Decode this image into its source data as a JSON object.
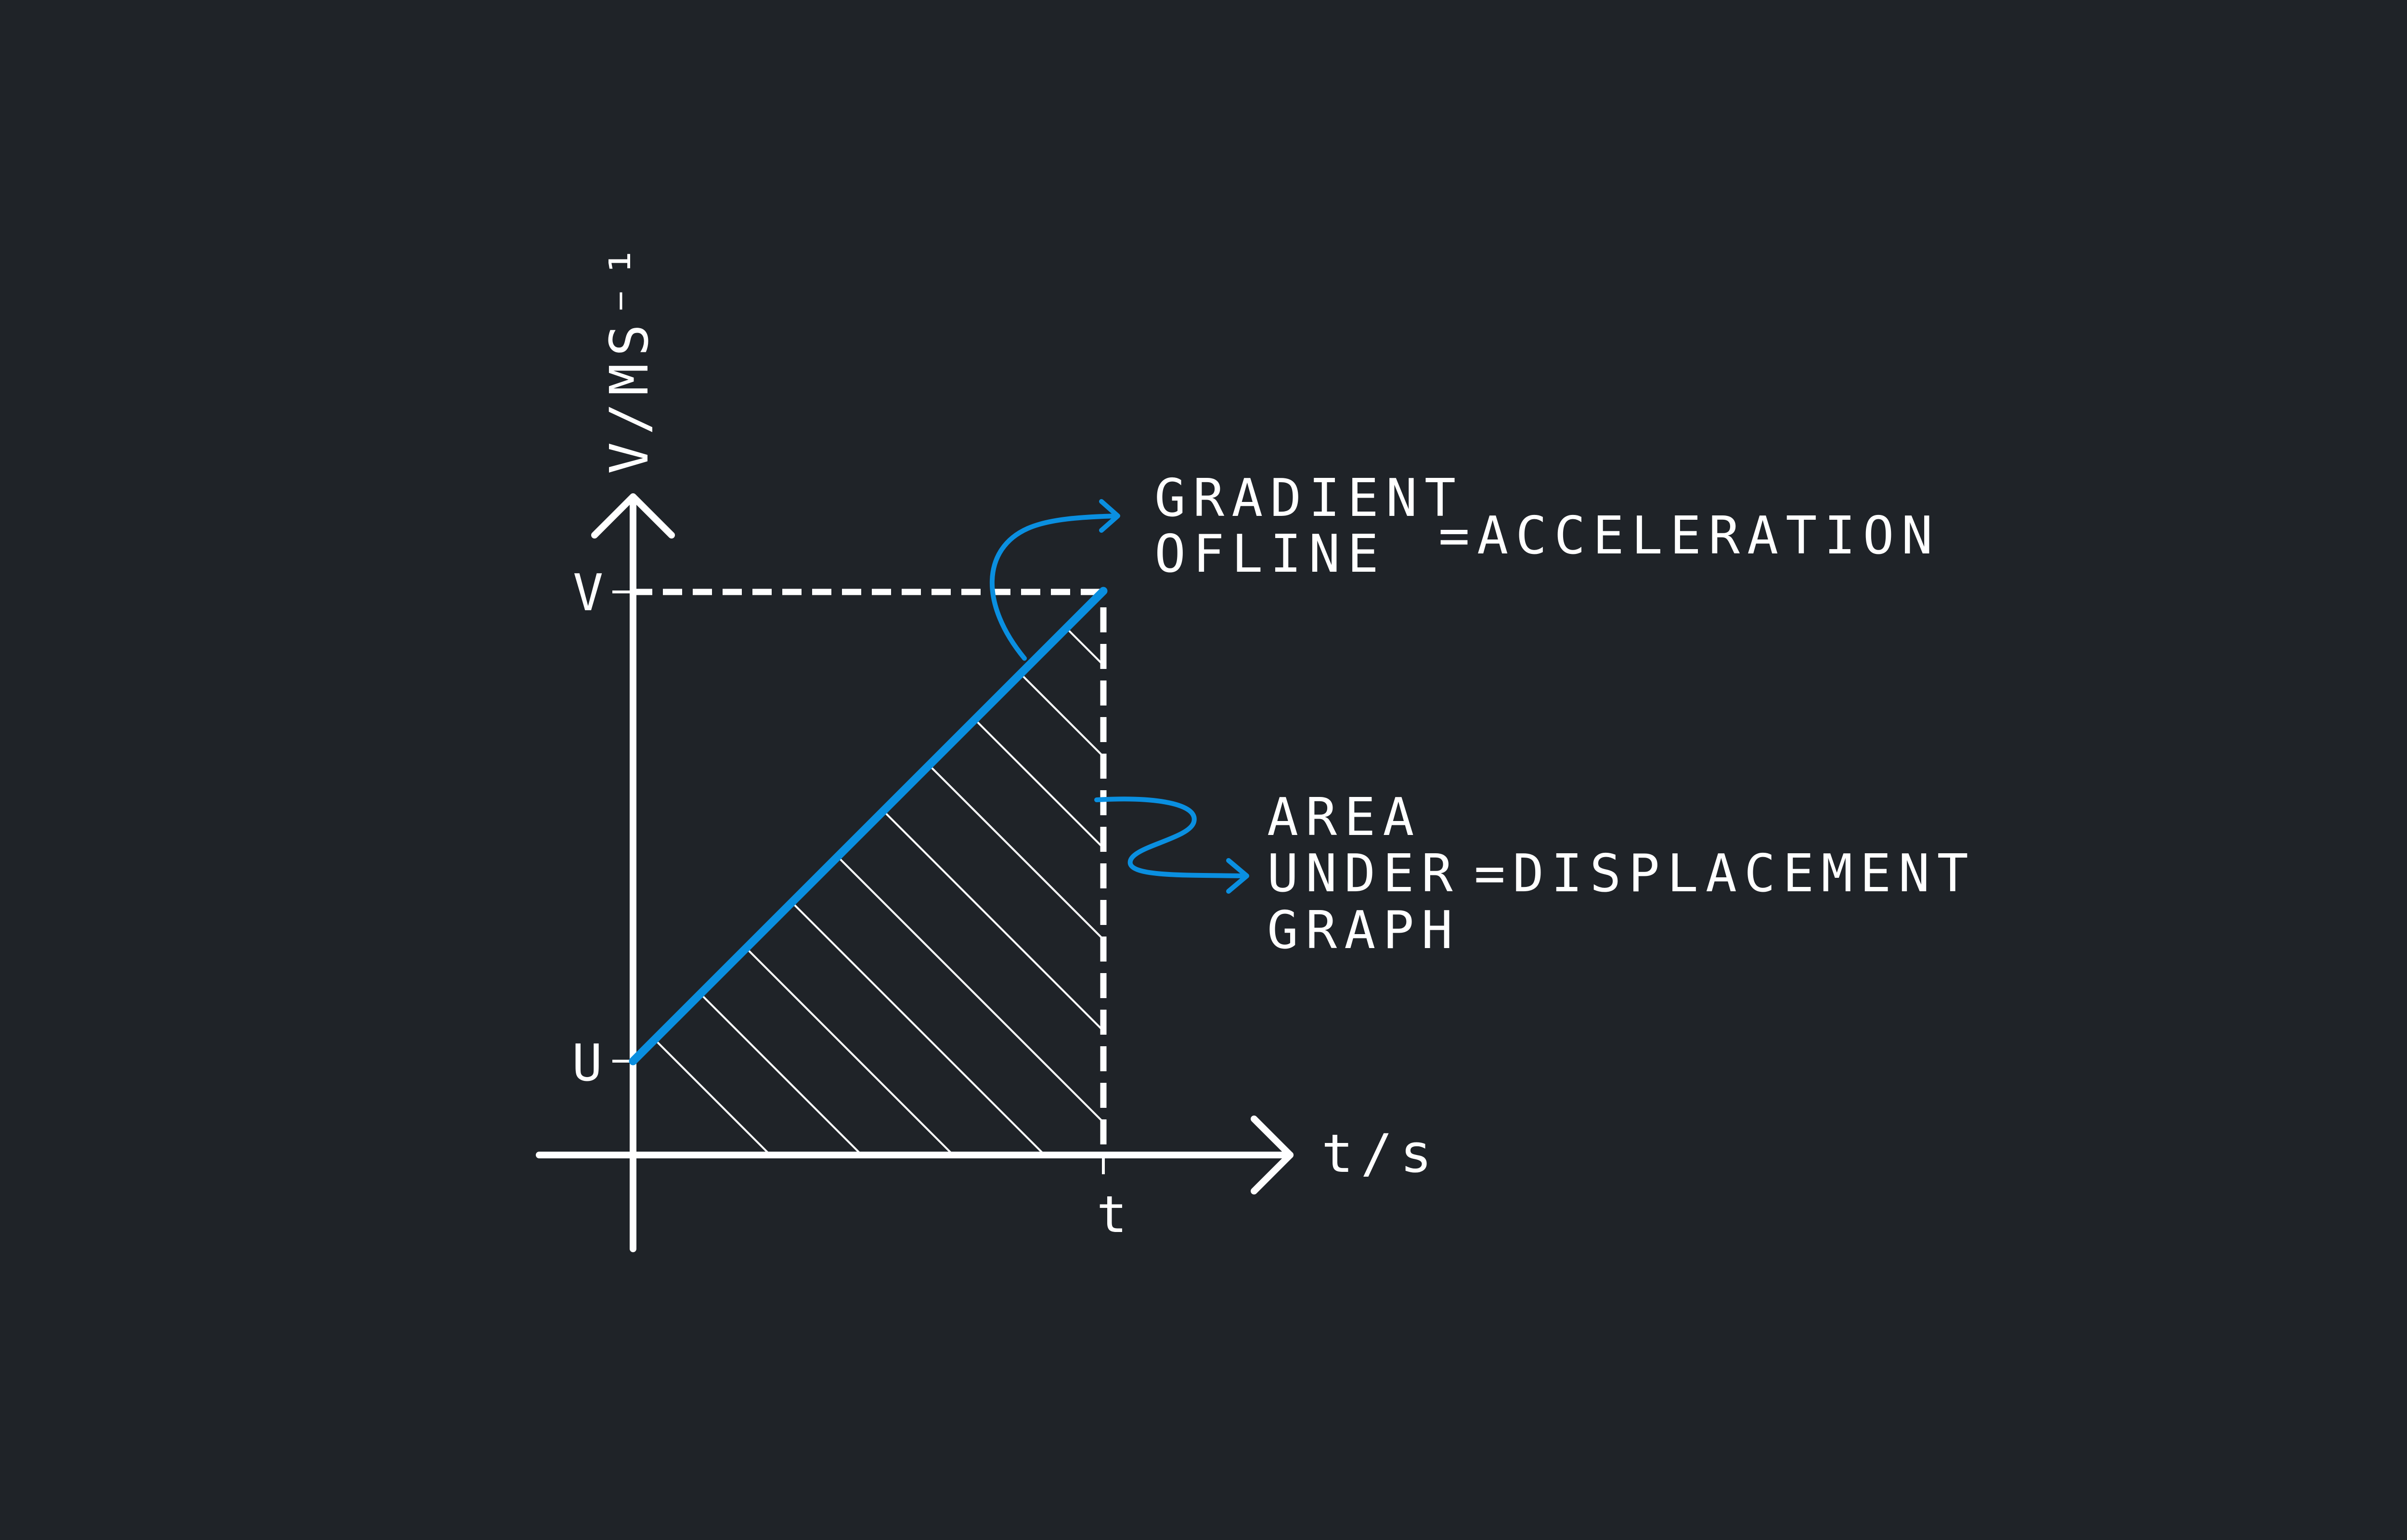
{
  "colors": {
    "background": "#1f2328",
    "axis": "#ffffff",
    "line": "#0a8fe0",
    "hatch": "#ffffff",
    "text": "#ffffff"
  },
  "axes": {
    "y_label": "V/MS⁻¹",
    "x_label": "t/s"
  },
  "ticks": {
    "v": "V",
    "u": "U",
    "t": "t"
  },
  "annotations": {
    "gradient": {
      "line1": "GRADIENT",
      "line2": "OFLINE",
      "result": "=ACCELERATION"
    },
    "area": {
      "line1": "AREA",
      "line2": "UNDER",
      "line3": "GRAPH",
      "result": "=DISPLACEMENT"
    }
  }
}
